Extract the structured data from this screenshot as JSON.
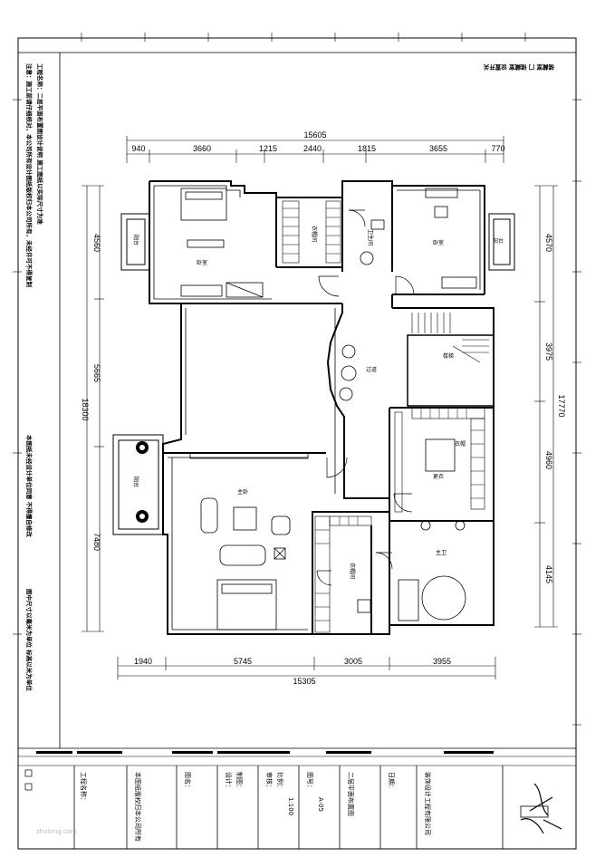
{
  "drawing": {
    "title": "二层平面布置图",
    "scale": "1:100",
    "sheet_no": "A-05",
    "top_note": "储藏室 门 储藏室 设置开关",
    "side_notes": [
      "注意：施工前请仔细核对，本公司所有设计图纸版权归本公司所有，未经许可不得复制",
      "工程名称：二层平面布置图设计说明 施工图纸以实际尺寸为准",
      "本图纸未经设计单位同意 不得擅自修改",
      "图中尺寸以毫米为单位 标高以米为单位"
    ]
  },
  "dimensions": {
    "top_total": "15605",
    "top_segments": [
      "940",
      "3660",
      "1215",
      "2440",
      "1815",
      "3655",
      "770"
    ],
    "bottom_total": "15305",
    "bottom_segments": [
      "1940",
      "5745",
      "3005",
      "3955"
    ],
    "left_total": "18300",
    "left_segments": [
      "4560",
      "5665",
      "7480"
    ],
    "right_total": "17770",
    "right_segments": [
      "4570",
      "3975",
      "4960",
      "4145"
    ]
  },
  "rooms": {
    "bedroom_nw": "卧室",
    "closet_n": "衣帽间",
    "bath_n": "卫生间",
    "bedroom_ne": "卧室",
    "balcony_w": "阳台",
    "balcony_e": "阳台",
    "hall": "过道",
    "stair": "楼梯",
    "master": "主卧",
    "balcony_sw": "阳台",
    "closet_s": "衣帽间",
    "dressing": "更衣",
    "master_bath": "主卫",
    "closet_e": "衣帽"
  },
  "title_block": {
    "company": "装饰设计工程有限公司",
    "project_label": "工程名称：",
    "drawing_label": "图名：",
    "designer_label": "设计：",
    "drafter_label": "制图：",
    "checker_label": "审核：",
    "scale_label": "比例：",
    "sheet_label": "图号：",
    "date_label": "日期：",
    "note": "本图纸版权归本公司所有",
    "watermark": "zhulong.com"
  }
}
